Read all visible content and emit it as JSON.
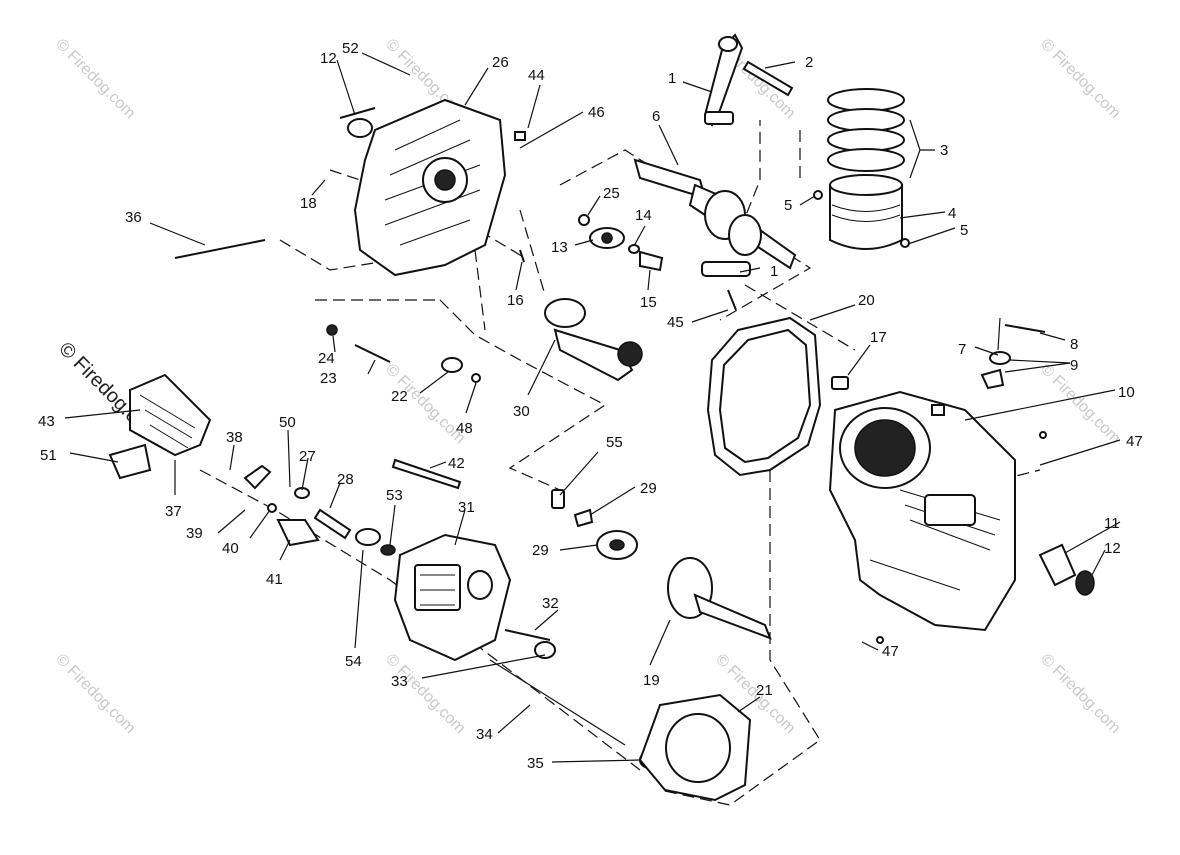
{
  "watermark": {
    "text": "© Firedog.com"
  },
  "callouts": [
    {
      "id": "c52",
      "text": "52"
    },
    {
      "id": "c12a",
      "text": "12"
    },
    {
      "id": "c26",
      "text": "26"
    },
    {
      "id": "c44",
      "text": "44"
    },
    {
      "id": "c46",
      "text": "46"
    },
    {
      "id": "c6",
      "text": "6"
    },
    {
      "id": "c1a",
      "text": "1"
    },
    {
      "id": "c2",
      "text": "2"
    },
    {
      "id": "c3",
      "text": "3"
    },
    {
      "id": "c5a",
      "text": "5"
    },
    {
      "id": "c4",
      "text": "4"
    },
    {
      "id": "c5b",
      "text": "5"
    },
    {
      "id": "c18",
      "text": "18"
    },
    {
      "id": "c36",
      "text": "36"
    },
    {
      "id": "c25",
      "text": "25"
    },
    {
      "id": "c14",
      "text": "14"
    },
    {
      "id": "c13",
      "text": "13"
    },
    {
      "id": "c15",
      "text": "15"
    },
    {
      "id": "c16",
      "text": "16"
    },
    {
      "id": "c1b",
      "text": "1"
    },
    {
      "id": "c45",
      "text": "45"
    },
    {
      "id": "c20",
      "text": "20"
    },
    {
      "id": "c17",
      "text": "17"
    },
    {
      "id": "c8",
      "text": "8"
    },
    {
      "id": "c7",
      "text": "7"
    },
    {
      "id": "c9",
      "text": "9"
    },
    {
      "id": "c10",
      "text": "10"
    },
    {
      "id": "c24",
      "text": "24"
    },
    {
      "id": "c23",
      "text": "23"
    },
    {
      "id": "c22",
      "text": "22"
    },
    {
      "id": "c48",
      "text": "48"
    },
    {
      "id": "c30",
      "text": "30"
    },
    {
      "id": "c43",
      "text": "43"
    },
    {
      "id": "c51",
      "text": "51"
    },
    {
      "id": "c37",
      "text": "37"
    },
    {
      "id": "c38",
      "text": "38"
    },
    {
      "id": "c50",
      "text": "50"
    },
    {
      "id": "c27",
      "text": "27"
    },
    {
      "id": "c42",
      "text": "42"
    },
    {
      "id": "c28",
      "text": "28"
    },
    {
      "id": "c53",
      "text": "53"
    },
    {
      "id": "c31",
      "text": "31"
    },
    {
      "id": "c39",
      "text": "39"
    },
    {
      "id": "c40",
      "text": "40"
    },
    {
      "id": "c41",
      "text": "41"
    },
    {
      "id": "c54",
      "text": "54"
    },
    {
      "id": "c55",
      "text": "55"
    },
    {
      "id": "c29a",
      "text": "29"
    },
    {
      "id": "c29b",
      "text": "29"
    },
    {
      "id": "c32",
      "text": "32"
    },
    {
      "id": "c33",
      "text": "33"
    },
    {
      "id": "c19",
      "text": "19"
    },
    {
      "id": "c47a",
      "text": "47"
    },
    {
      "id": "c11",
      "text": "11"
    },
    {
      "id": "c12b",
      "text": "12"
    },
    {
      "id": "c47b",
      "text": "47"
    },
    {
      "id": "c34",
      "text": "34"
    },
    {
      "id": "c21",
      "text": "21"
    },
    {
      "id": "c35",
      "text": "35"
    }
  ]
}
